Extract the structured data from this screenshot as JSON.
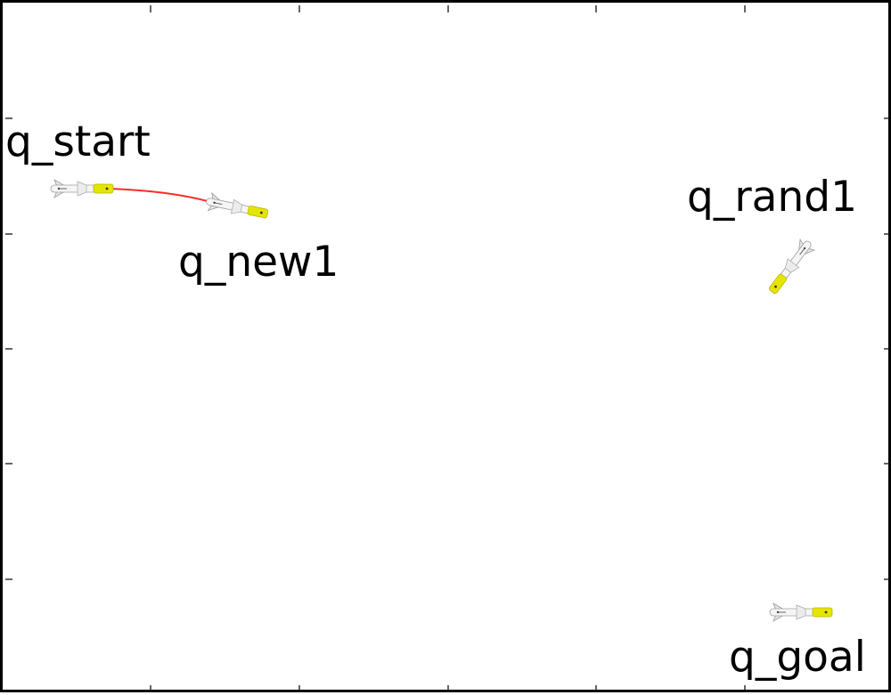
{
  "labels": {
    "start": "q_start",
    "new1": "q_new1",
    "rand1": "q_rand1",
    "goal": "q_goal"
  },
  "colors": {
    "path": "#ff2a2a",
    "nose": "#e5e500",
    "body": "#f2f2f2",
    "frame": "#000000"
  }
}
